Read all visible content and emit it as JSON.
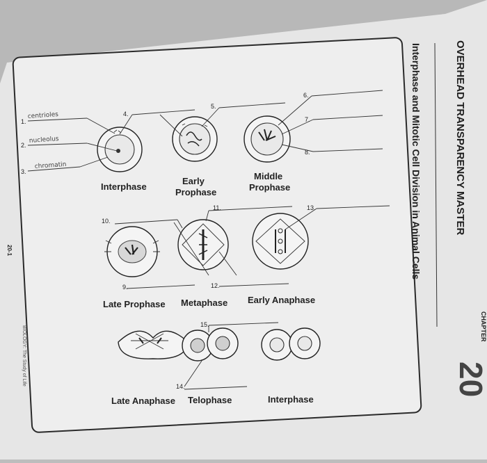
{
  "header": {
    "title": "OVERHEAD TRANSPARENCY MASTER",
    "subtitle": "Interphase and Mitotic Cell Division in Animal Cells",
    "chapter_word": "CHAPTER",
    "chapter_number": "20"
  },
  "footer": {
    "page_number": "20-1",
    "book_title": "BIOLOGY: The Study of Life"
  },
  "stages": {
    "interphase": "Interphase",
    "early_prophase_1": "Early",
    "early_prophase_2": "Prophase",
    "middle_prophase_1": "Middle",
    "middle_prophase_2": "Prophase",
    "late_prophase": "Late Prophase",
    "metaphase": "Metaphase",
    "early_anaphase": "Early Anaphase",
    "late_anaphase": "Late Anaphase",
    "telophase": "Telophase",
    "interphase_end": "Interphase"
  },
  "blanks": {
    "b1": "1.",
    "b2": "2.",
    "b3": "3.",
    "b4": "4.",
    "b5": "5.",
    "b6": "6.",
    "b7": "7.",
    "b8": "8.",
    "b9": "9.",
    "b10": "10.",
    "b11": "11.",
    "b12": "12.",
    "b13": "13.",
    "b14": "14.",
    "b15": "15."
  },
  "answers": {
    "a1": "centrioles",
    "a2": "nucleolus",
    "a3": "chromatin"
  }
}
